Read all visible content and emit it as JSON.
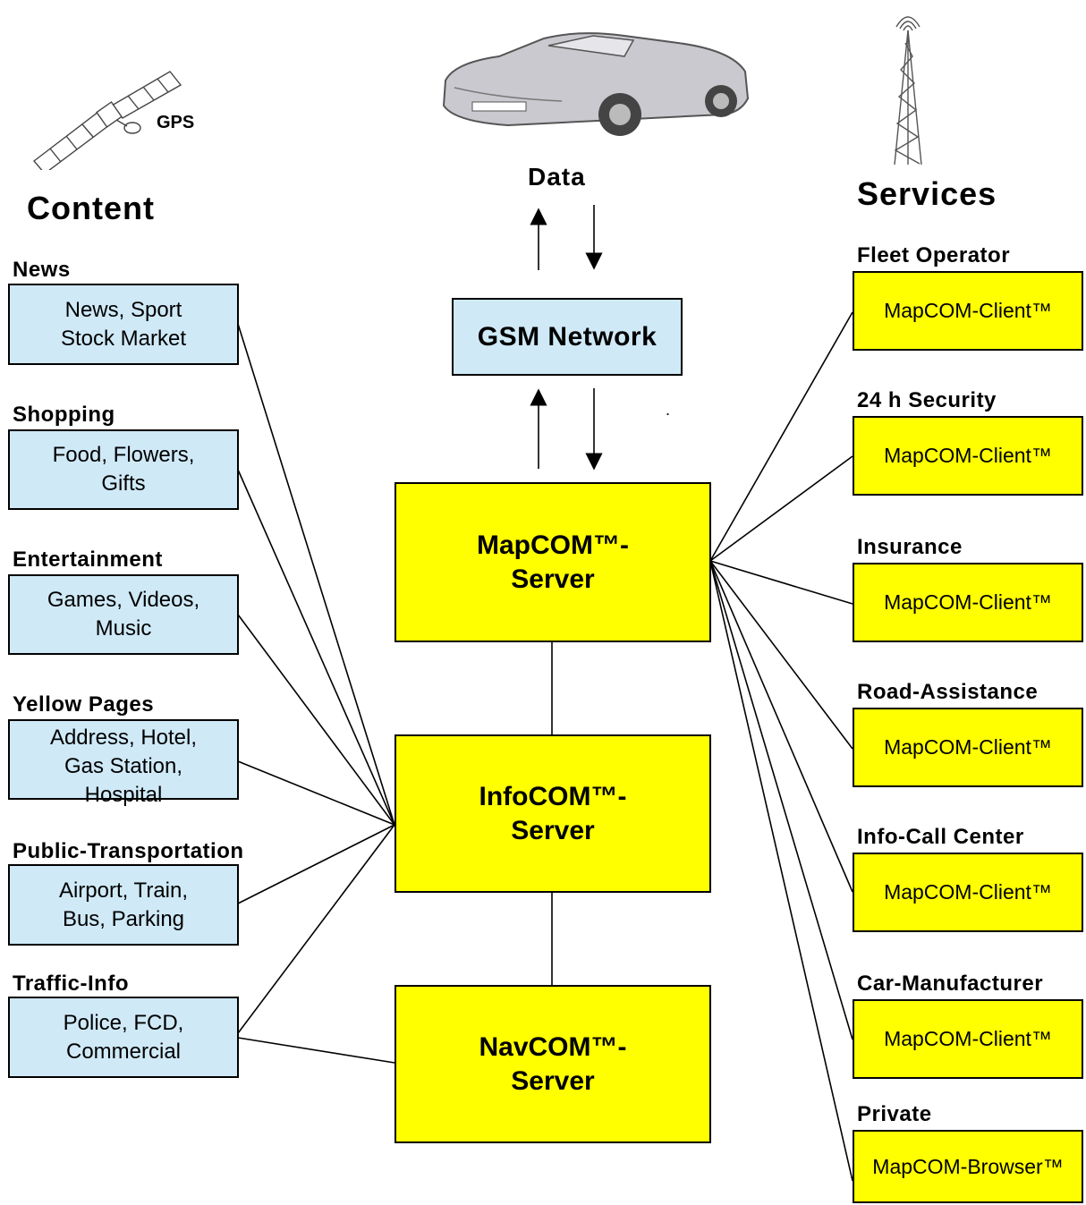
{
  "gps_label": "GPS",
  "data_label": "Data",
  "content_heading": "Content",
  "services_heading": "Services",
  "gsm_label": "GSM Network",
  "stray_dot": ".",
  "servers": {
    "mapcom": "MapCOM™-\nServer",
    "infocom": "InfoCOM™-\nServer",
    "navcom": "NavCOM™-\nServer"
  },
  "content": [
    {
      "label": "News",
      "text": "News, Sport\nStock Market"
    },
    {
      "label": "Shopping",
      "text": "Food, Flowers,\nGifts"
    },
    {
      "label": "Entertainment",
      "text": "Games, Videos,\nMusic"
    },
    {
      "label": "Yellow Pages",
      "text": "Address, Hotel,\nGas Station,\nHospital"
    },
    {
      "label": "Public-Transportation",
      "text": "Airport, Train,\nBus, Parking"
    },
    {
      "label": "Traffic-Info",
      "text": "Police, FCD,\nCommercial"
    }
  ],
  "services": [
    {
      "label": "Fleet Operator",
      "client": "MapCOM-Client™"
    },
    {
      "label": "24 h Security",
      "client": "MapCOM-Client™"
    },
    {
      "label": "Insurance",
      "client": "MapCOM-Client™"
    },
    {
      "label": "Road-Assistance",
      "client": "MapCOM-Client™"
    },
    {
      "label": "Info-Call Center",
      "client": "MapCOM-Client™"
    },
    {
      "label": "Car-Manufacturer",
      "client": "MapCOM-Client™"
    },
    {
      "label": "Private",
      "client": "MapCOM-Browser™"
    }
  ],
  "colors": {
    "content_fill": "#cfe9f7",
    "server_fill": "#ffff00",
    "line": "#000000"
  },
  "icons": [
    "satellite-icon",
    "car-icon",
    "antenna-tower-icon"
  ]
}
